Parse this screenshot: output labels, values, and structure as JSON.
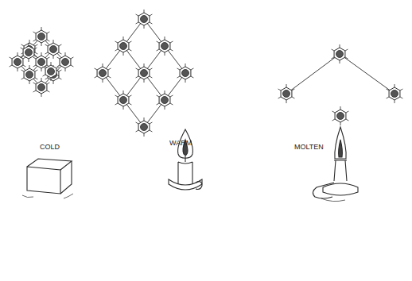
{
  "diagram": {
    "labels": [
      "COLD",
      "WARM",
      "MOLTEN"
    ]
  }
}
